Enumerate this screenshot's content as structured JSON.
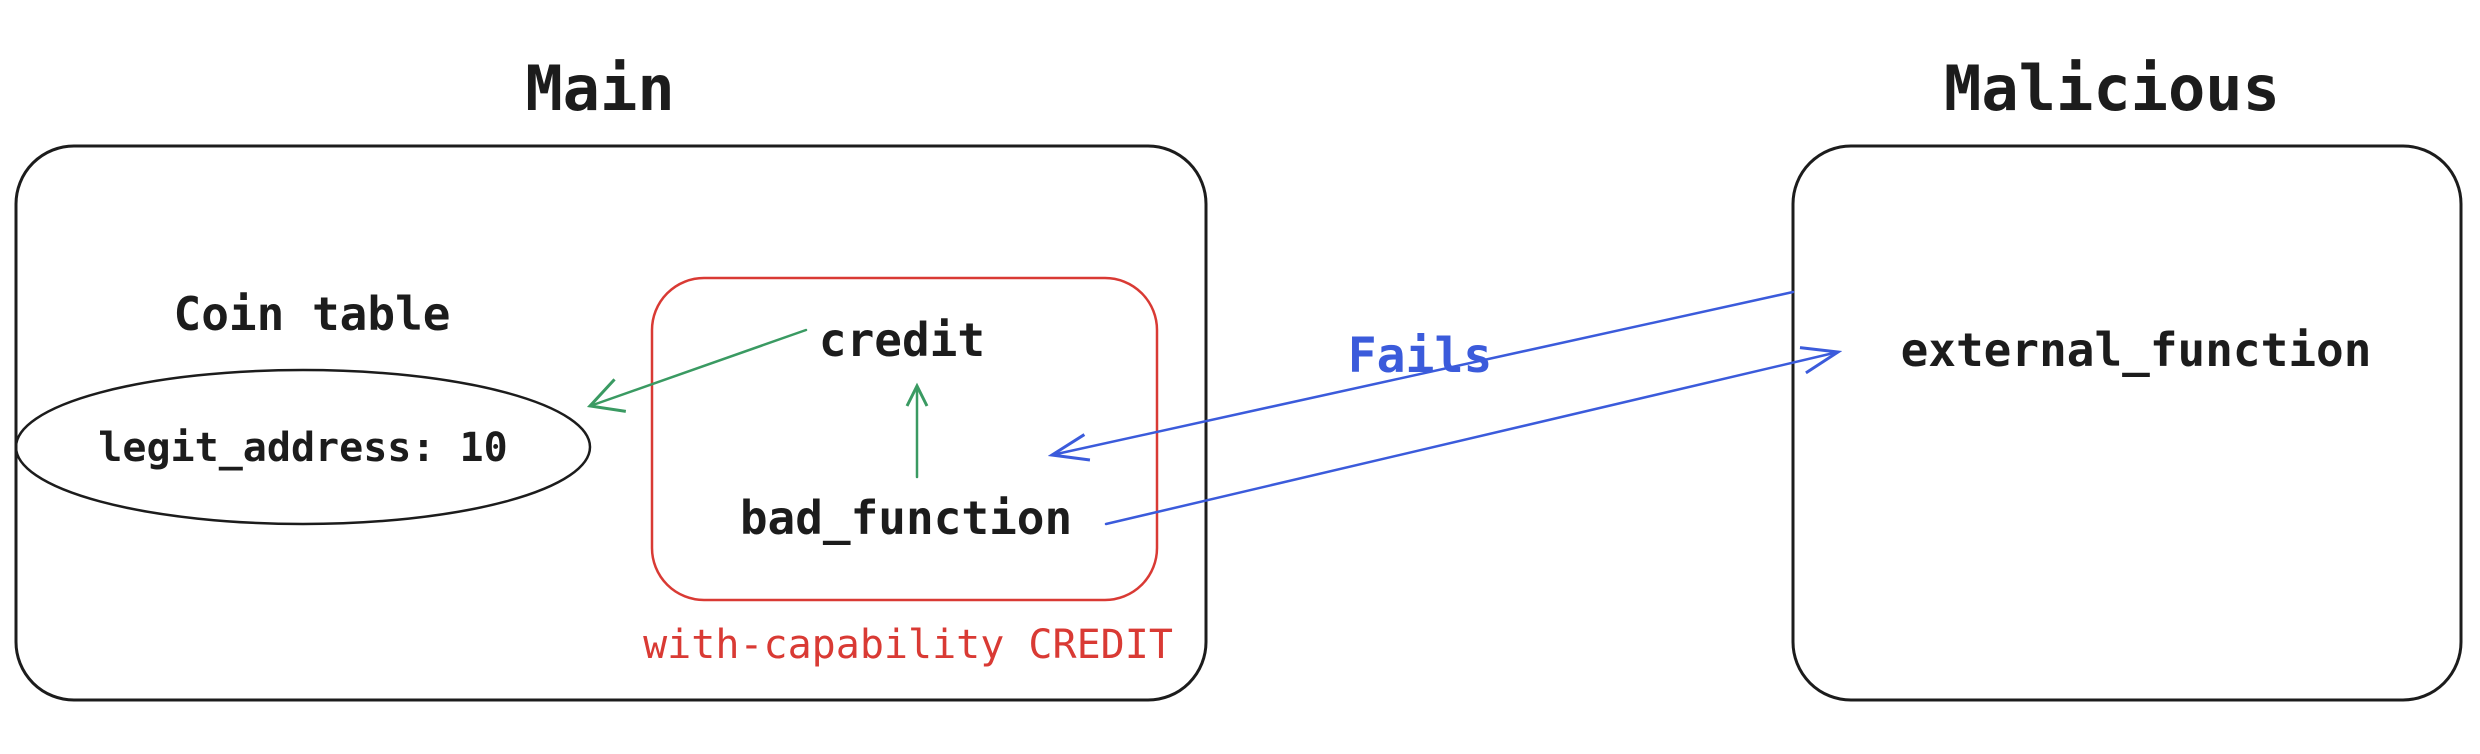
{
  "diagram": {
    "main": {
      "title": "Main",
      "coin_table_label": "Coin table",
      "legit_address_value": "legit_address: 10",
      "credit_label": "credit",
      "bad_function_label": "bad_function",
      "capability_caption": "with-capability CREDIT"
    },
    "malicious": {
      "title": "Malicious",
      "external_function_label": "external_function"
    },
    "fails_label": "Fails"
  },
  "colors": {
    "ink": "#1c1c1c",
    "red": "#d93a34",
    "green": "#3a9a62",
    "blue": "#3b5bdb"
  }
}
